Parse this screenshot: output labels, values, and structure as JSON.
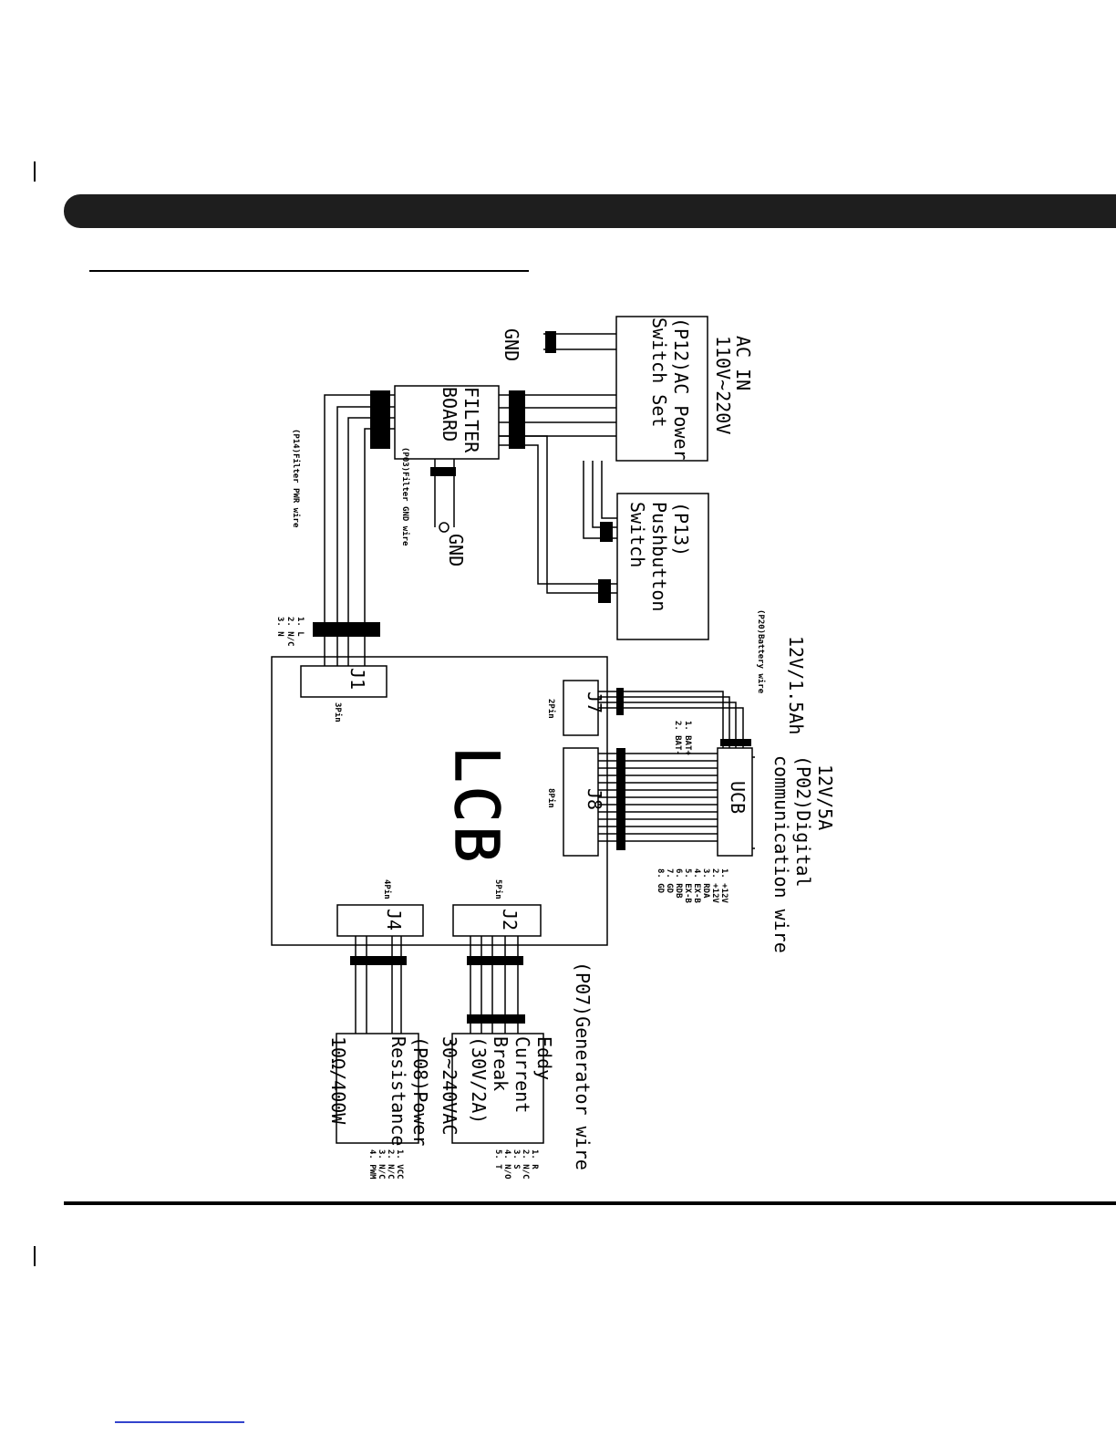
{
  "colors": {
    "ink": "#000000",
    "header": "#1e1e1e",
    "link": "#3344cc"
  },
  "ac_in": {
    "line1": "AC IN",
    "line2": "110V~220V",
    "line3": "(P12)AC Power",
    "line4": "Switch Set"
  },
  "gnd_top": "GND",
  "filter_board": {
    "line1": "FILTER",
    "line2": "BOARD"
  },
  "filter_gnd": {
    "label": "GND",
    "wire": "(P03)Filter GND wire"
  },
  "pushbutton": {
    "line1": "(P13)",
    "line2": "Pushbutton",
    "line3": "Switch"
  },
  "filter_pwr_wire": "(P14)Filter PWR wire",
  "j1_pins": [
    "1. L",
    "2. N/C",
    "3. N"
  ],
  "battery": {
    "rating": "12V/1.5Ah",
    "wire": "(P20)Battery wire",
    "pins": [
      "1. BAT+",
      "2. BAT-"
    ]
  },
  "ucb": {
    "rating": "12V/5A",
    "wire_line1": "(P02)Digital",
    "wire_line2": "communication wire",
    "label": "UCB",
    "pins": [
      "1. +12V",
      "2. +12V",
      "3. RDA",
      "4. EX-B",
      "5. EX-B",
      "6. RDB",
      "7. GD",
      "8. GD"
    ]
  },
  "lcb": {
    "label": "LCB"
  },
  "connectors": {
    "j1": {
      "label": "J1",
      "pins": "3Pin"
    },
    "j7": {
      "label": "J7",
      "pins": "2Pin"
    },
    "j8": {
      "label": "J8",
      "pins": "8Pin"
    },
    "j4": {
      "label": "J4",
      "pins": "4Pin"
    },
    "j2": {
      "label": "J2",
      "pins": "5Pin"
    }
  },
  "generator": {
    "wire": "(P07)Generator wire",
    "line1": "Eddy",
    "line2": "Current",
    "line3": "Break",
    "line4": "(30V/2A)",
    "pins": [
      "1. R",
      "2. N/C",
      "3. S",
      "4. N/O",
      "5. T"
    ]
  },
  "resistance": {
    "voltage": "30~240VAC",
    "rating": "10Ω/400W",
    "line1": "(P08)Power",
    "line2": "Resistance",
    "pins": [
      "1. VCC",
      "2. N/C",
      "3. N/C",
      "4. PWM"
    ]
  }
}
